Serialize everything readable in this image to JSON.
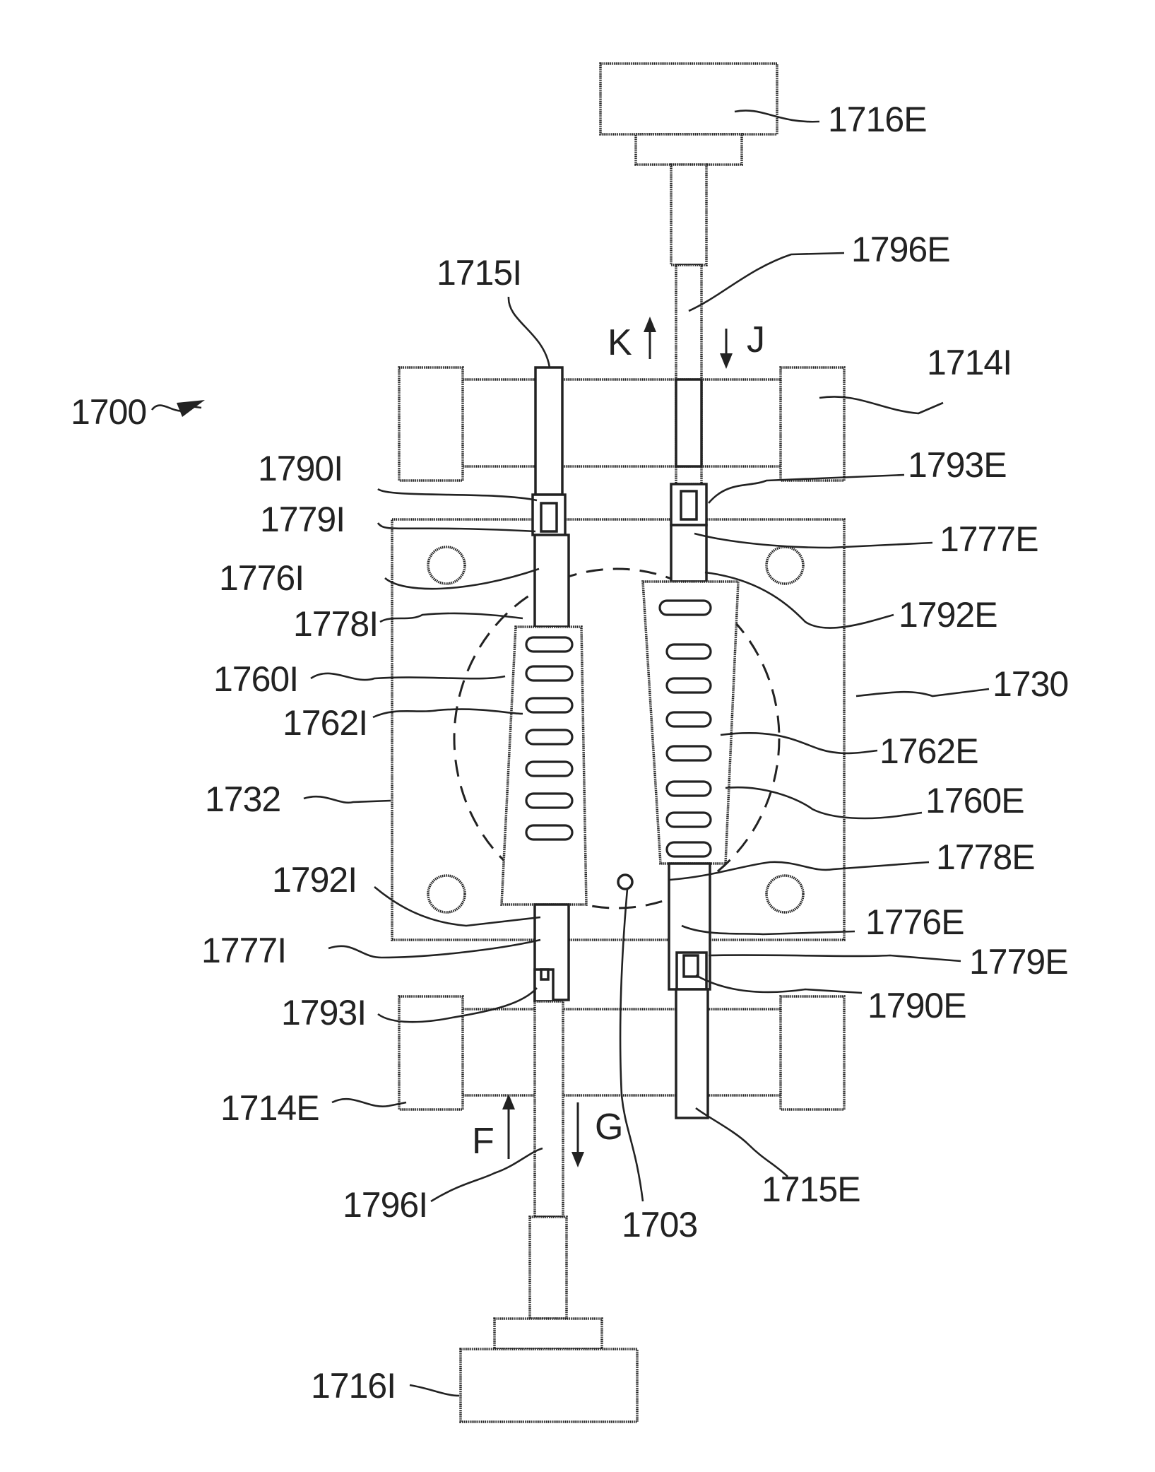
{
  "figure": {
    "reference": "1700"
  },
  "labels": {
    "l_1716E": "1716E",
    "l_1796E": "1796E",
    "l_1715I": "1715I",
    "l_1714I": "1714I",
    "l_1700": "1700",
    "l_1790I": "1790I",
    "l_1793E": "1793E",
    "l_1779I": "1779I",
    "l_1777E": "1777E",
    "l_1776I": "1776I",
    "l_1792E": "1792E",
    "l_1778I": "1778I",
    "l_1760I": "1760I",
    "l_1730": "1730",
    "l_1762I": "1762I",
    "l_1762E": "1762E",
    "l_1732": "1732",
    "l_1760E": "1760E",
    "l_1778E": "1778E",
    "l_1792I": "1792I",
    "l_1776E": "1776E",
    "l_1777I": "1777I",
    "l_1779E": "1779E",
    "l_1793I": "1793I",
    "l_1790E": "1790E",
    "l_1714E": "1714E",
    "l_1715E": "1715E",
    "l_1796I": "1796I",
    "l_1703": "1703",
    "l_1716I": "1716I"
  },
  "arrows": {
    "K": "K",
    "J": "J",
    "F": "F",
    "G": "G"
  }
}
